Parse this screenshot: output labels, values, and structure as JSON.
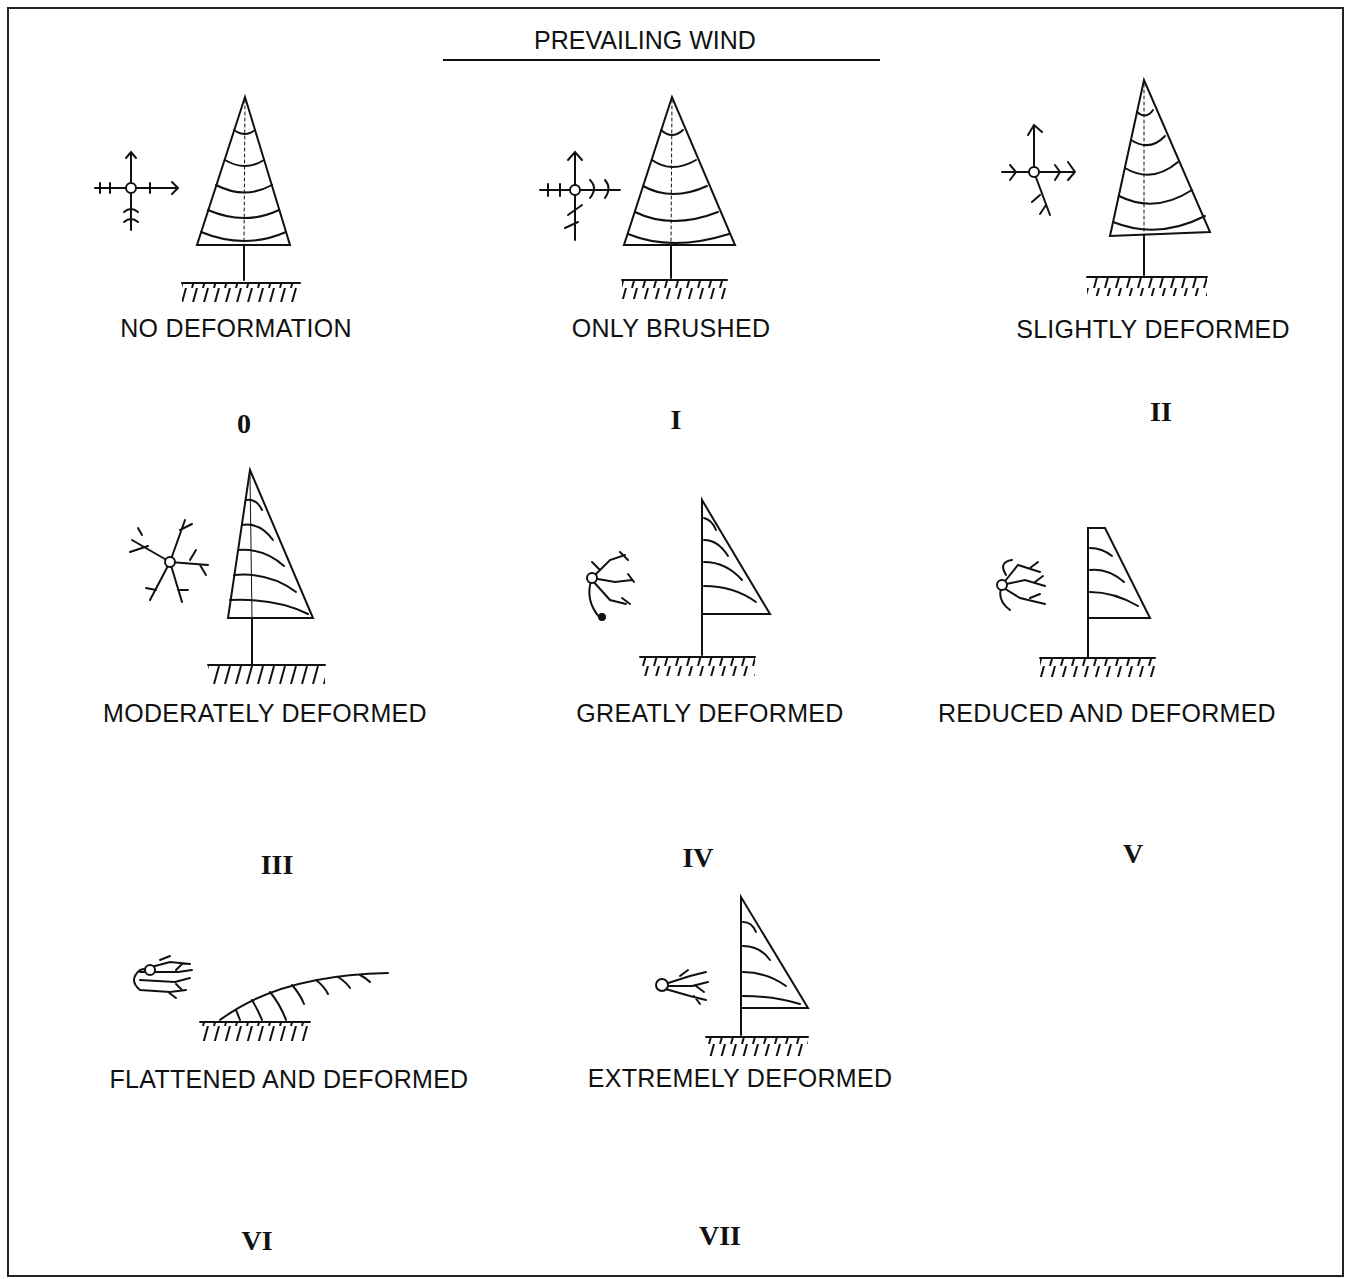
{
  "diagram": {
    "title": "PREVAILING WIND",
    "labels": [
      "NO DEFORMATION",
      "0",
      "ONLY BRUSHED",
      "I",
      "SLIGHTLY DEFORMED",
      "II",
      "MODERATELY DEFORMED",
      "III",
      "GREATLY DEFORMED",
      "IV",
      "REDUCED AND DEFORMED",
      "V",
      "FLATTENED AND DEFORMED",
      "VI",
      "EXTREMELY DEFORMED",
      "VII"
    ]
  }
}
